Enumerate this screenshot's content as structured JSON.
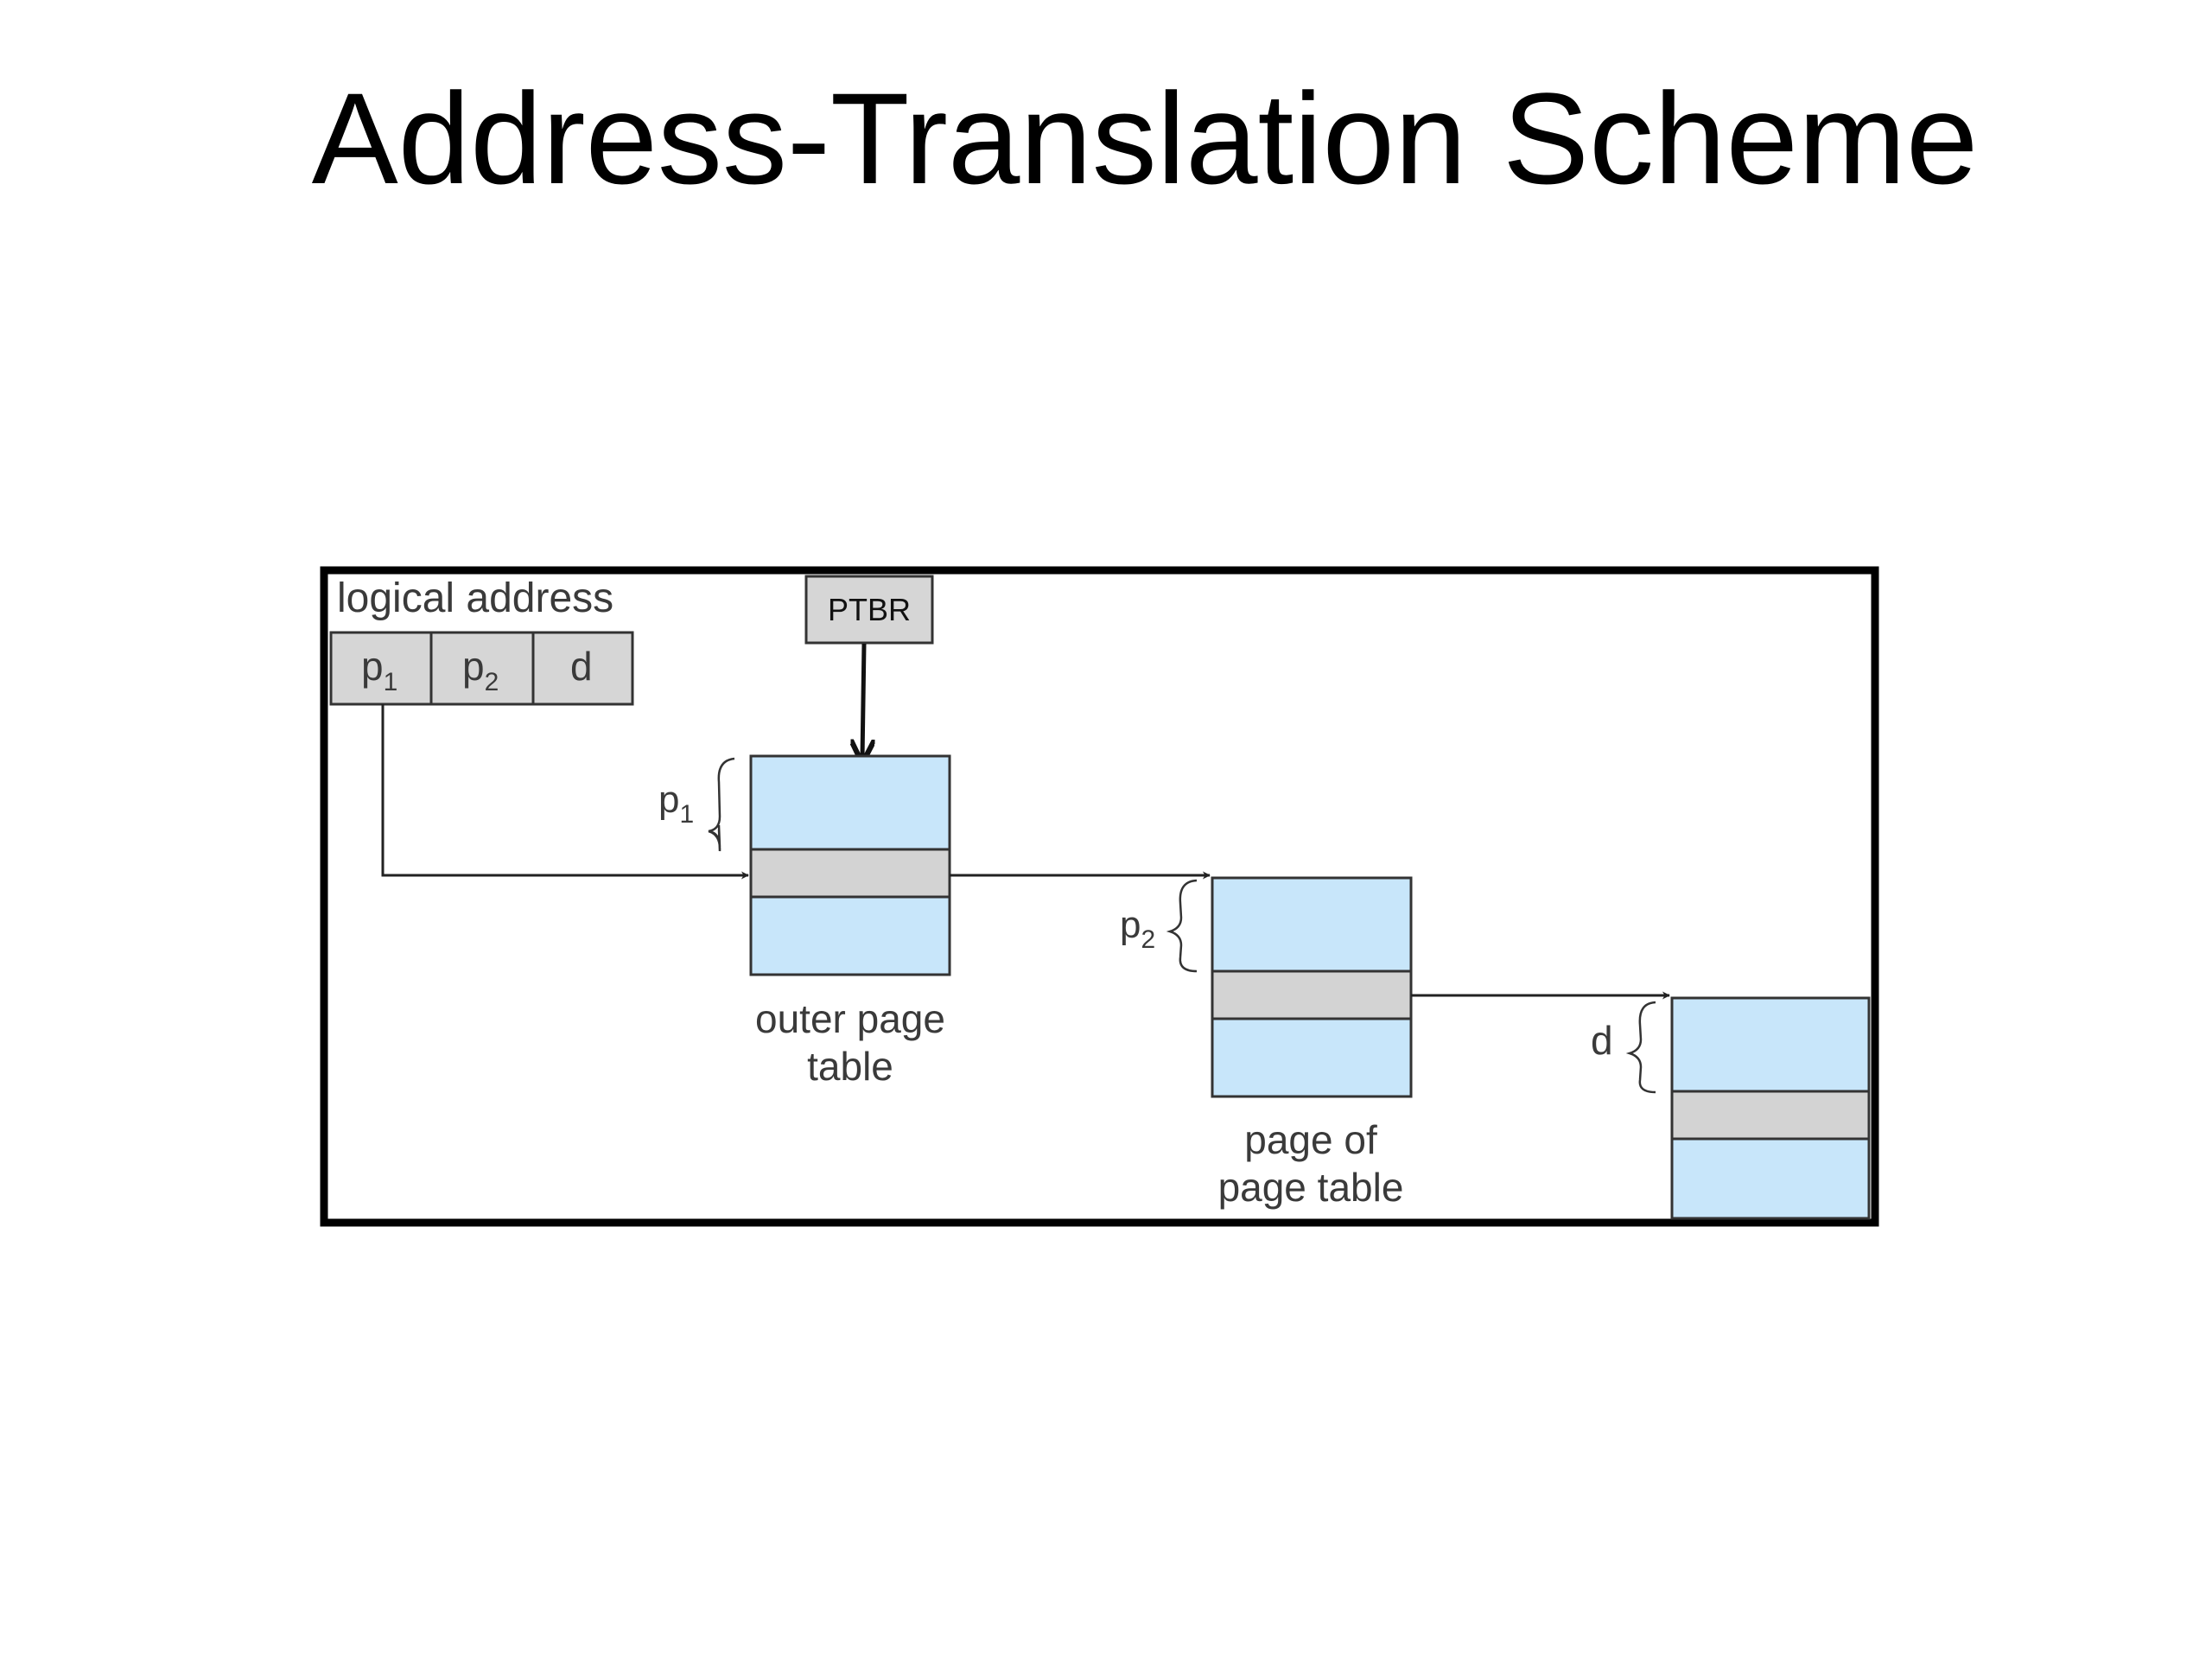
{
  "slide": {
    "title": "Address-Translation Scheme"
  },
  "diagram": {
    "logical_address_label": "logical address",
    "fields": [
      {
        "base": "p",
        "sub": "1"
      },
      {
        "base": "p",
        "sub": "2"
      },
      {
        "base": "d",
        "sub": ""
      }
    ],
    "ptbr_label": "PTBR",
    "outer_table": {
      "label_line1": "outer page",
      "label_line2": "table",
      "index_base": "p",
      "index_sub": "1"
    },
    "page_of_table": {
      "label_line1": "page of",
      "label_line2": "page table",
      "index_base": "p",
      "index_sub": "2"
    },
    "memory_page": {
      "index_base": "d",
      "index_sub": ""
    },
    "colors": {
      "table_fill": "#c8e6fa",
      "entry_fill": "#d3d3d3",
      "field_fill": "#d6d6d6",
      "stroke": "#333333",
      "frame": "#000000"
    }
  }
}
